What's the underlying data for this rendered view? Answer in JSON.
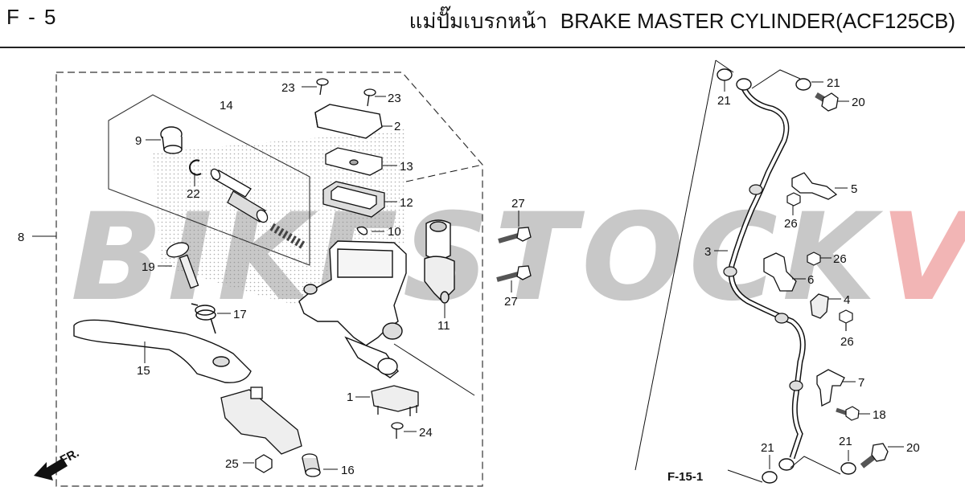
{
  "header": {
    "page_code": "F - 5",
    "title_thai": "แม่ปั๊มเบรกหน้า",
    "title_en": "BRAKE MASTER CYLINDER(ACF125CB)"
  },
  "watermark": {
    "text_main": "BIKESTOCK",
    "text_accent": "VN",
    "color_main": "#c8c8c8",
    "color_accent": "#f2b5b5"
  },
  "direction_label": "FR.",
  "reference_label": "F-15-1",
  "callouts": {
    "c1": "1",
    "c2": "2",
    "c3": "3",
    "c4": "4",
    "c5": "5",
    "c6": "6",
    "c7": "7",
    "c8": "8",
    "c9": "9",
    "c10": "10",
    "c11": "11",
    "c12": "12",
    "c13": "13",
    "c14": "14",
    "c15": "15",
    "c16": "16",
    "c17": "17",
    "c18": "18",
    "c19": "19",
    "c20a": "20",
    "c20b": "20",
    "c21a": "21",
    "c21b": "21",
    "c21c": "21",
    "c21d": "21",
    "c22": "22",
    "c23a": "23",
    "c23b": "23",
    "c24": "24",
    "c25": "25",
    "c26a": "26",
    "c26b": "26",
    "c26c": "26",
    "c27a": "27",
    "c27b": "27"
  }
}
